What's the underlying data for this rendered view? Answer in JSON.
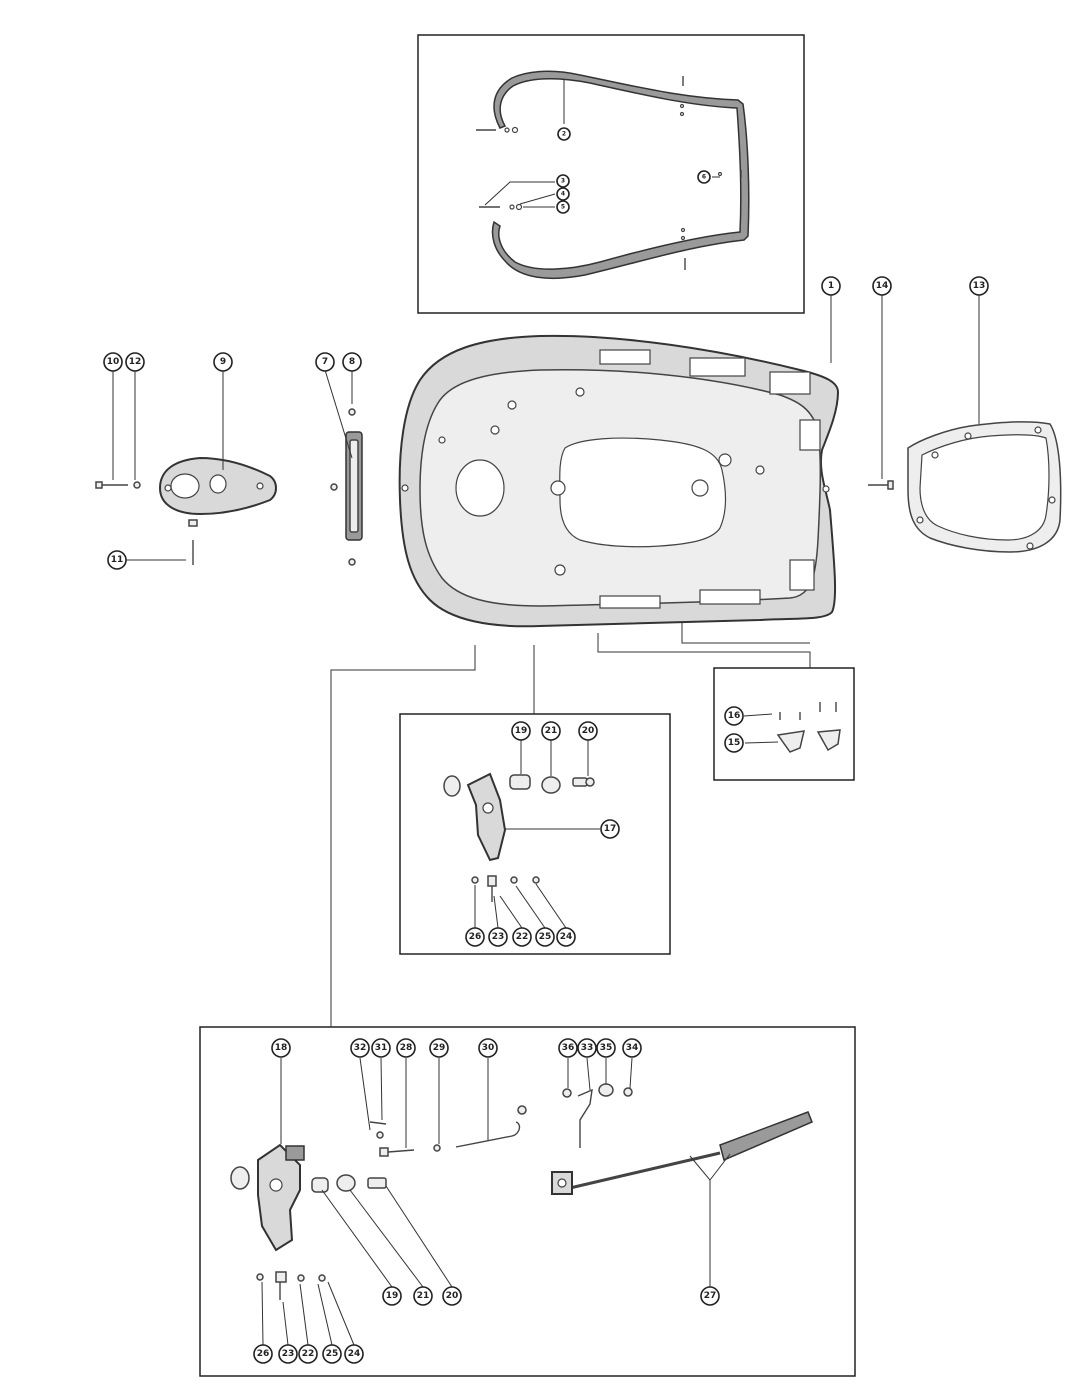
{
  "callouts": [
    {
      "id": "c1",
      "label": "1"
    },
    {
      "id": "c2",
      "label": "2"
    },
    {
      "id": "c3",
      "label": "3"
    },
    {
      "id": "c4",
      "label": "4"
    },
    {
      "id": "c5",
      "label": "5"
    },
    {
      "id": "c6",
      "label": "6"
    },
    {
      "id": "c7",
      "label": "7"
    },
    {
      "id": "c8",
      "label": "8"
    },
    {
      "id": "c9",
      "label": "9"
    },
    {
      "id": "c10",
      "label": "10"
    },
    {
      "id": "c11",
      "label": "11"
    },
    {
      "id": "c12",
      "label": "12"
    },
    {
      "id": "c13",
      "label": "13"
    },
    {
      "id": "c14",
      "label": "14"
    },
    {
      "id": "c15",
      "label": "15"
    },
    {
      "id": "c16",
      "label": "16"
    },
    {
      "id": "c17",
      "label": "17"
    },
    {
      "id": "c18",
      "label": "18"
    },
    {
      "id": "c19a",
      "label": "19"
    },
    {
      "id": "c19b",
      "label": "19"
    },
    {
      "id": "c20a",
      "label": "20"
    },
    {
      "id": "c20b",
      "label": "20"
    },
    {
      "id": "c21a",
      "label": "21"
    },
    {
      "id": "c21b",
      "label": "21"
    },
    {
      "id": "c22a",
      "label": "22"
    },
    {
      "id": "c22b",
      "label": "22"
    },
    {
      "id": "c23a",
      "label": "23"
    },
    {
      "id": "c23b",
      "label": "23"
    },
    {
      "id": "c24a",
      "label": "24"
    },
    {
      "id": "c24b",
      "label": "24"
    },
    {
      "id": "c25a",
      "label": "25"
    },
    {
      "id": "c25b",
      "label": "25"
    },
    {
      "id": "c26a",
      "label": "26"
    },
    {
      "id": "c26b",
      "label": "26"
    },
    {
      "id": "c27",
      "label": "27"
    },
    {
      "id": "c28",
      "label": "28"
    },
    {
      "id": "c29",
      "label": "29"
    },
    {
      "id": "c30",
      "label": "30"
    },
    {
      "id": "c31",
      "label": "31"
    },
    {
      "id": "c32",
      "label": "32"
    },
    {
      "id": "c33",
      "label": "33"
    },
    {
      "id": "c34",
      "label": "34"
    },
    {
      "id": "c35",
      "label": "35"
    },
    {
      "id": "c36",
      "label": "36"
    }
  ]
}
